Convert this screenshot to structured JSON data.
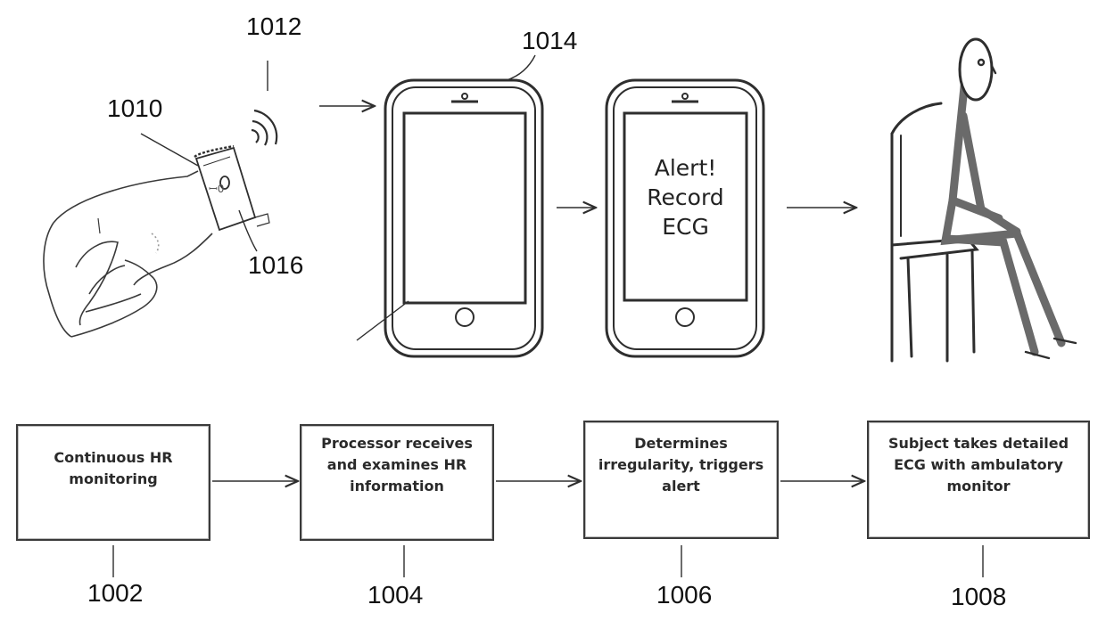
{
  "figure": {
    "ref_labels": {
      "band": "1010",
      "signal": "1012",
      "phone": "1014",
      "wrist_device": "1016"
    },
    "phone_alert_text": "Alert!\nRecord\nECG",
    "steps": [
      {
        "text": "Continuous HR\nmonitoring",
        "ref": "1002"
      },
      {
        "text": "Processor receives\nand examines HR\ninformation",
        "ref": "1004"
      },
      {
        "text": "Determines\nirregularity, triggers\nalert",
        "ref": "1006"
      },
      {
        "text": "Subject takes detailed\nECG with ambulatory\nmonitor",
        "ref": "1008"
      }
    ]
  },
  "colors": {
    "line": "#2e2e2e",
    "box_border": "#3a3a3a",
    "figure_fill": "#6a6a6a"
  }
}
